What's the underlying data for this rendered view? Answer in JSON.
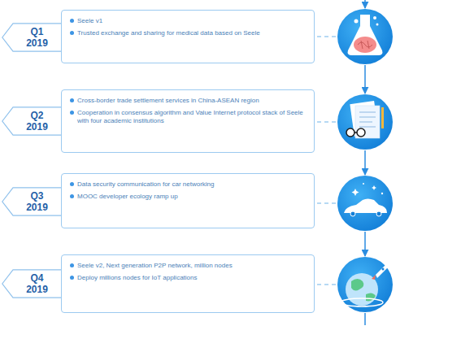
{
  "diagram": {
    "nodes": [
      {
        "text": [
          "Q1",
          "2019"
        ]
      },
      {
        "text": [
          "Seele v1",
          "Trusted exchange and sharing for medical data based on Seele"
        ]
      },
      {
        "text": [
          "Q2",
          "2019"
        ]
      },
      {
        "text": [
          "Cross-border trade settlement services in China-ASEAN region",
          "Cooperation in consensus algorithm and Value Internet protocol stack of Seele with four academic institutions"
        ]
      },
      {
        "text": [
          "Q3",
          "2019"
        ]
      },
      {
        "text": [
          "Data security communication for car networking",
          "MOOC developer ecology ramp up"
        ]
      },
      {
        "text": [
          "Q4",
          "2019"
        ]
      },
      {
        "text": [
          "Seele v2, Next generation P2P network, million nodes",
          "Deploy millions nodes for IoT applications"
        ]
      }
    ]
  }
}
